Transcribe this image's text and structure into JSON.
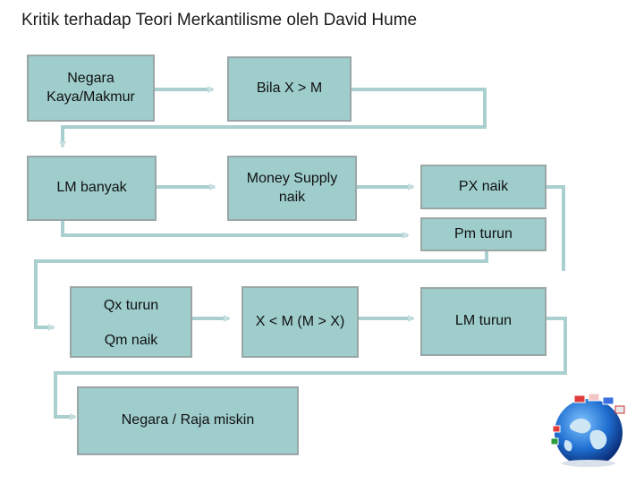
{
  "title": "Kritik terhadap Teori Merkantilisme oleh David Hume",
  "nodes": {
    "negara_kaya": "Negara\nKaya/Makmur",
    "bila_x_m": "Bila X > M",
    "lm_banyak": "LM banyak",
    "money_supply": "Money Supply\nnaik",
    "px_naik": "PX naik",
    "pm_turun": "Pm turun",
    "qx_turun": "Qx turun",
    "qm_naik": "Qm naik",
    "x_m": "X < M (M > X)",
    "lm_turun": "LM turun",
    "negara_miskin": "Negara / Raja miskin"
  },
  "colors": {
    "box_fill": "#9ecdcc",
    "box_border": "#9aa6a6",
    "connector": "#a9cfcf"
  },
  "decoration": {
    "globe": "globe-with-flags-icon"
  }
}
